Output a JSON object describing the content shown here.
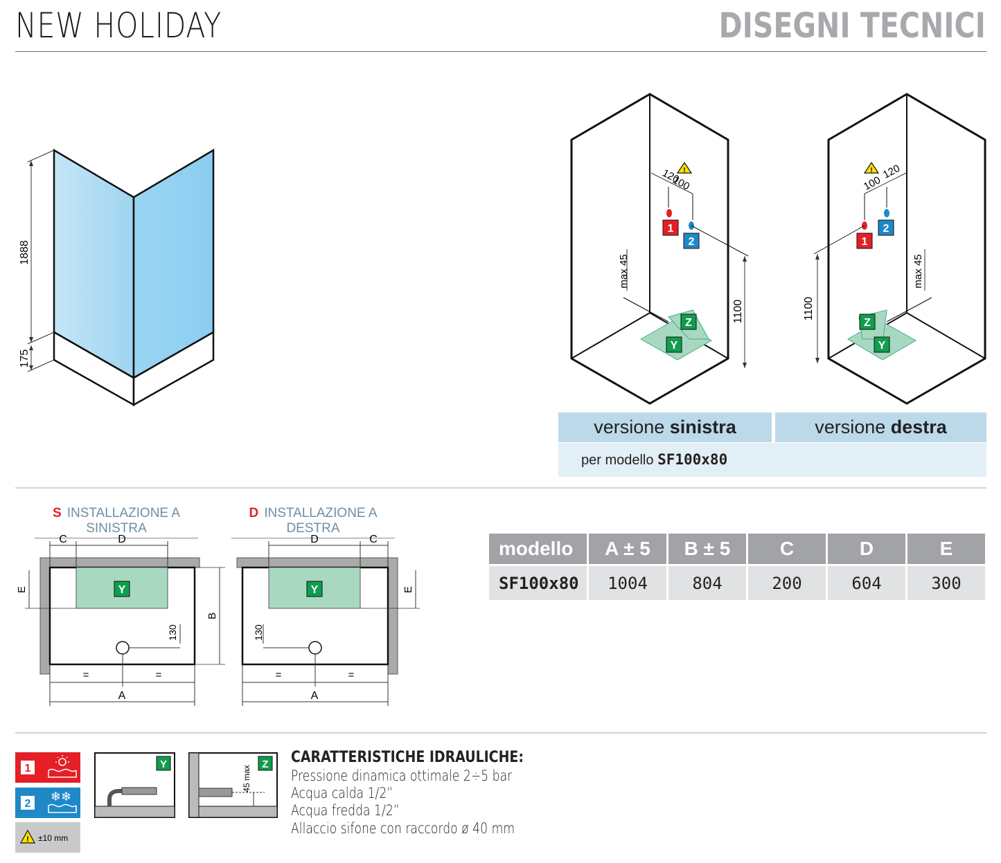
{
  "header": {
    "brand": "NEW HOLIDAY",
    "section": "DISEGNI TECNICI"
  },
  "elevation": {
    "height_total": "1888",
    "height_base": "175"
  },
  "versions": {
    "left": {
      "prefix": "versione",
      "bold": "sinistra"
    },
    "right": {
      "prefix": "versione",
      "bold": "destra"
    },
    "model_prefix": "per modello",
    "model": "SF100x80"
  },
  "iso_left": {
    "dim_a": "120",
    "dim_b": "100",
    "height": "1100",
    "max": "max 45",
    "m1": "1",
    "m2": "2",
    "z": "Z",
    "y": "Y"
  },
  "iso_right": {
    "dim_a": "100",
    "dim_b": "120",
    "height": "1100",
    "max": "max 45",
    "m1": "1",
    "m2": "2",
    "z": "Z",
    "y": "Y"
  },
  "installation": {
    "left": {
      "letter": "S",
      "label": "INSTALLAZIONE A SINISTRA"
    },
    "right": {
      "letter": "D",
      "label": "INSTALLAZIONE A DESTRA"
    },
    "labels": {
      "a": "A",
      "b": "B",
      "c": "C",
      "d": "D",
      "e": "E",
      "eq": "=",
      "drain": "130",
      "y": "Y"
    }
  },
  "table": {
    "headers": [
      "modello",
      "A ± 5",
      "B ± 5",
      "C",
      "D",
      "E"
    ],
    "rows": [
      [
        "SF100x80",
        "1004",
        "804",
        "200",
        "604",
        "300"
      ]
    ]
  },
  "legend": {
    "hot": "1",
    "cold": "2",
    "tolerance": "±10 mm",
    "y": "Y",
    "z": "Z",
    "max": "45 max"
  },
  "hydraulics": {
    "title": "CARATTERISTICHE IDRAULICHE:",
    "lines": [
      "Pressione dinamica ottimale 2÷5 bar",
      "Acqua calda 1/2”",
      "Acqua fredda 1/2”",
      "Allaccio sifone con raccordo ø 40 mm"
    ]
  },
  "colors": {
    "red": "#e41f26",
    "blue": "#1e88c8",
    "green": "#0f9d4e",
    "glass": "#9ad3f0",
    "band": "#bcd9ea"
  }
}
